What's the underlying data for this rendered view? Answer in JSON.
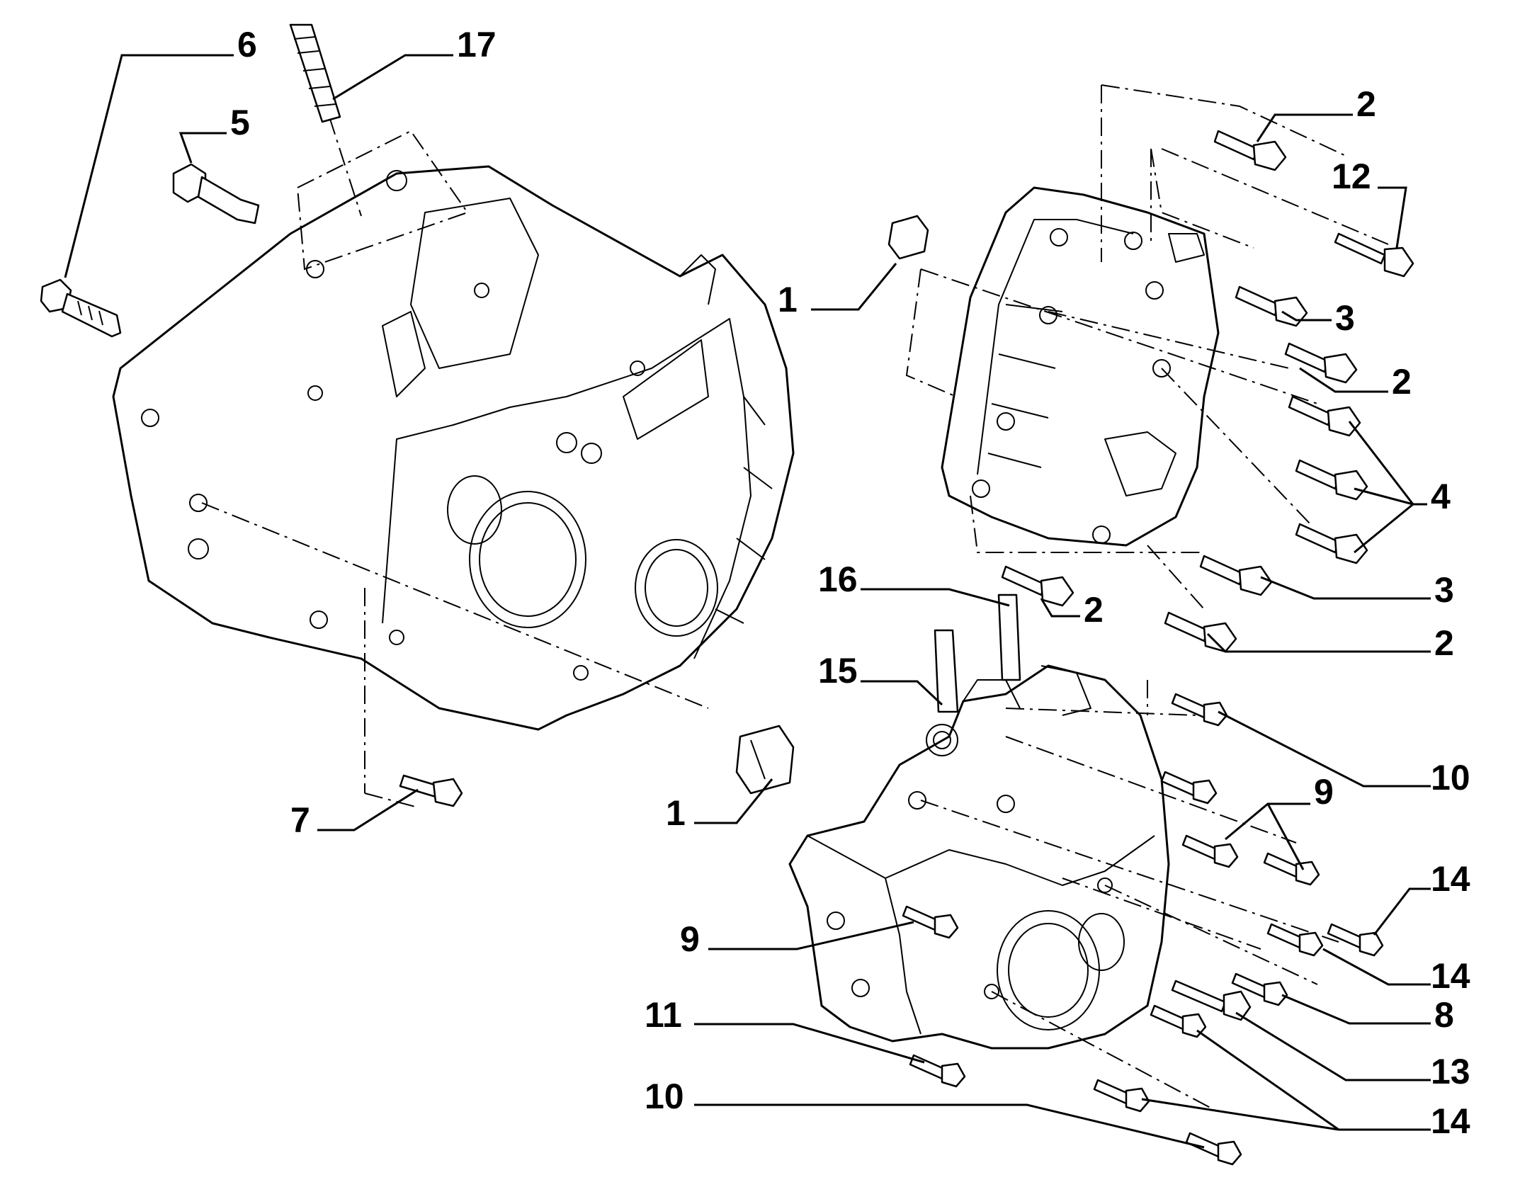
{
  "callouts": [
    "6",
    "17",
    "5",
    "2",
    "12",
    "1",
    "3",
    "2",
    "4",
    "16",
    "2",
    "3",
    "2",
    "15",
    "10",
    "9",
    "1",
    "7",
    "14",
    "9",
    "14",
    "8",
    "11",
    "13",
    "10",
    "14"
  ]
}
